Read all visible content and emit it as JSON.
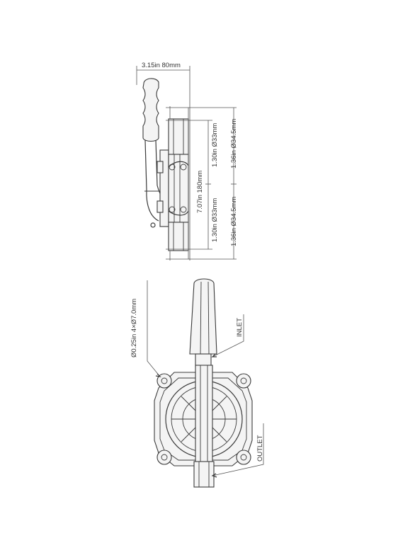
{
  "labels": {
    "width": "3.15in 80mm",
    "height": "7.07in 180mm",
    "inner_top": "1.30in Ø33mm",
    "outer_top": "1.36in Ø34.5mm",
    "inner_bottom": "1.30in Ø33mm",
    "outer_bottom": "1.36in Ø34.5mm",
    "mount_holes": "Ø0.25in 4×Ø7.0mm",
    "inlet": "INLET",
    "outlet": "OUTLET"
  }
}
